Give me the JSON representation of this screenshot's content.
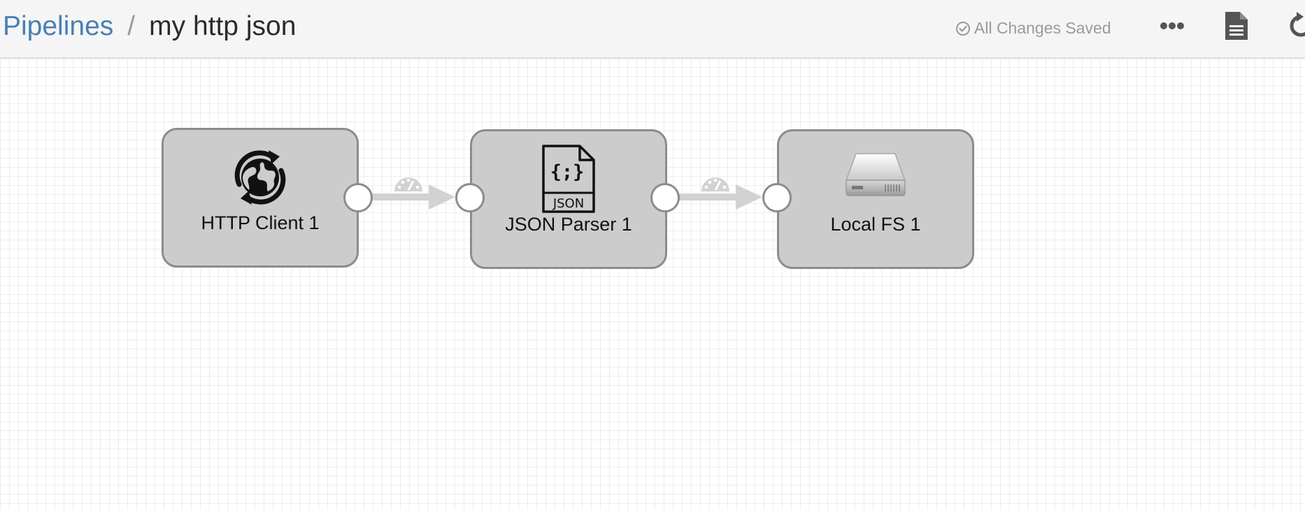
{
  "header": {
    "breadcrumb_root": "Pipelines",
    "breadcrumb_separator": "/",
    "pipeline_name": "my http json",
    "save_status": "All Changes Saved"
  },
  "stages": [
    {
      "label": "HTTP Client 1",
      "icon": "globe-sync-icon"
    },
    {
      "label": "JSON Parser 1",
      "icon": "json-file-icon"
    },
    {
      "label": "Local FS 1",
      "icon": "hard-drive-icon"
    }
  ],
  "json_icon_text": "JSON",
  "json_icon_braces": "{;}",
  "colors": {
    "link": "#4a7fb3",
    "stage_fill": "#cccccc",
    "stage_border": "#8c8c8c",
    "connector": "#d2d2d2",
    "status_text": "#9a9a9a"
  }
}
